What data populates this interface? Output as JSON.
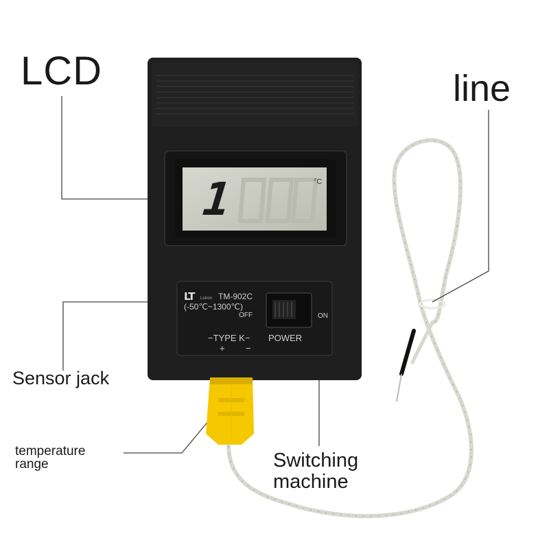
{
  "callouts": {
    "lcd": "LCD",
    "line": "line",
    "sensor_jack": "Sensor jack",
    "temperature_range": [
      "temperature",
      "range"
    ],
    "switching_machine": [
      "Switching",
      "machine"
    ]
  },
  "device": {
    "brand_logo": "LT",
    "brand_name": "Lutron",
    "model": "TM-902C",
    "range": "(-50℃~1300℃)",
    "off_label": "OFF",
    "on_label": "ON",
    "type_label": "−TYPE K−",
    "plus": "+",
    "minus": "−",
    "power_label": "POWER",
    "display_value": "1",
    "display_unit": "°C"
  },
  "colors": {
    "body": "#1f1f1f",
    "lcd": "#c9cbbf",
    "plug": "#f5c800",
    "cable": "#e4e4dc"
  }
}
